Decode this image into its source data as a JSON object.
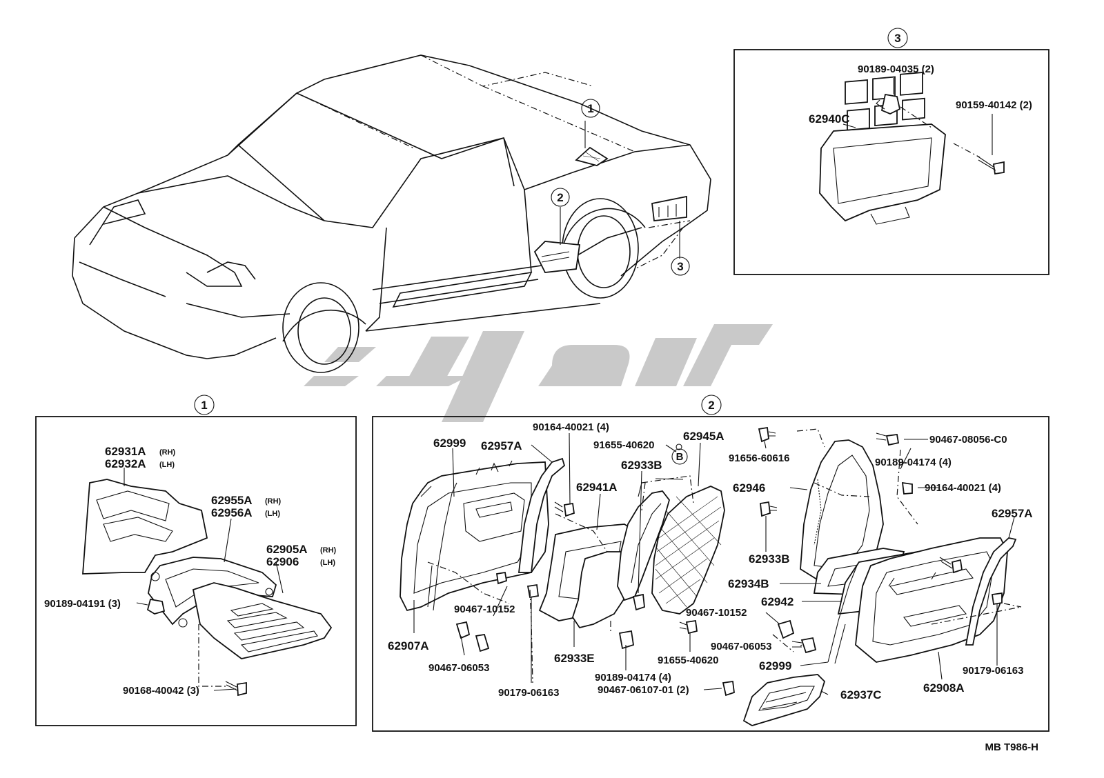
{
  "callouts": {
    "one": "1",
    "two": "2",
    "three": "3",
    "b": "B"
  },
  "panel1": {
    "p62931A": "62931A",
    "rh1": "(RH)",
    "p62932A": "62932A",
    "lh1": "(LH)",
    "p62955A": "62955A",
    "rh2": "(RH)",
    "p62956A": "62956A",
    "lh2": "(LH)",
    "p62905A": "62905A",
    "rh3": "(RH)",
    "p62906": "62906",
    "lh3": "(LH)",
    "p90189_04191": "90189-04191 (3)",
    "p90168_40042": "90168-40042 (3)"
  },
  "panel2": {
    "p62999_top": "62999",
    "p62957A_left": "62957A",
    "p90164_40021_left": "90164-40021 (4)",
    "p91655_40620_top": "91655-40620",
    "p62945A": "62945A",
    "p62933B_top": "62933B",
    "p62941A": "62941A",
    "p62907A": "62907A",
    "p90467_10152_left": "90467-10152",
    "p90467_06053_left": "90467-06053",
    "p90179_06163_left": "90179-06163",
    "p62933E": "62933E",
    "p90189_04174_bottom": "90189-04174 (4)",
    "p91655_40620_bottom": "91655-40620",
    "p90467_06107_01": "90467-06107-01 (2)",
    "p62937C": "62937C",
    "p91656_60616": "91656-60616",
    "p90467_08056_C0": "90467-08056-C0",
    "p90189_04174_right": "90189-04174 (4)",
    "p62946": "62946",
    "p90164_40021_right": "90164-40021 (4)",
    "p62957A_right": "62957A",
    "p62933B_right": "62933B",
    "p62934B": "62934B",
    "p62942": "62942",
    "p90467_10152_right": "90467-10152",
    "p90467_06053_right": "90467-06053",
    "p62999_bottom": "62999",
    "p62908A": "62908A",
    "p90179_06163_right": "90179-06163"
  },
  "panel3": {
    "p90189_04035": "90189-04035 (2)",
    "p90159_40142": "90159-40142 (2)",
    "p62940C": "62940C"
  },
  "footer": {
    "ref": "MB T986-H"
  }
}
